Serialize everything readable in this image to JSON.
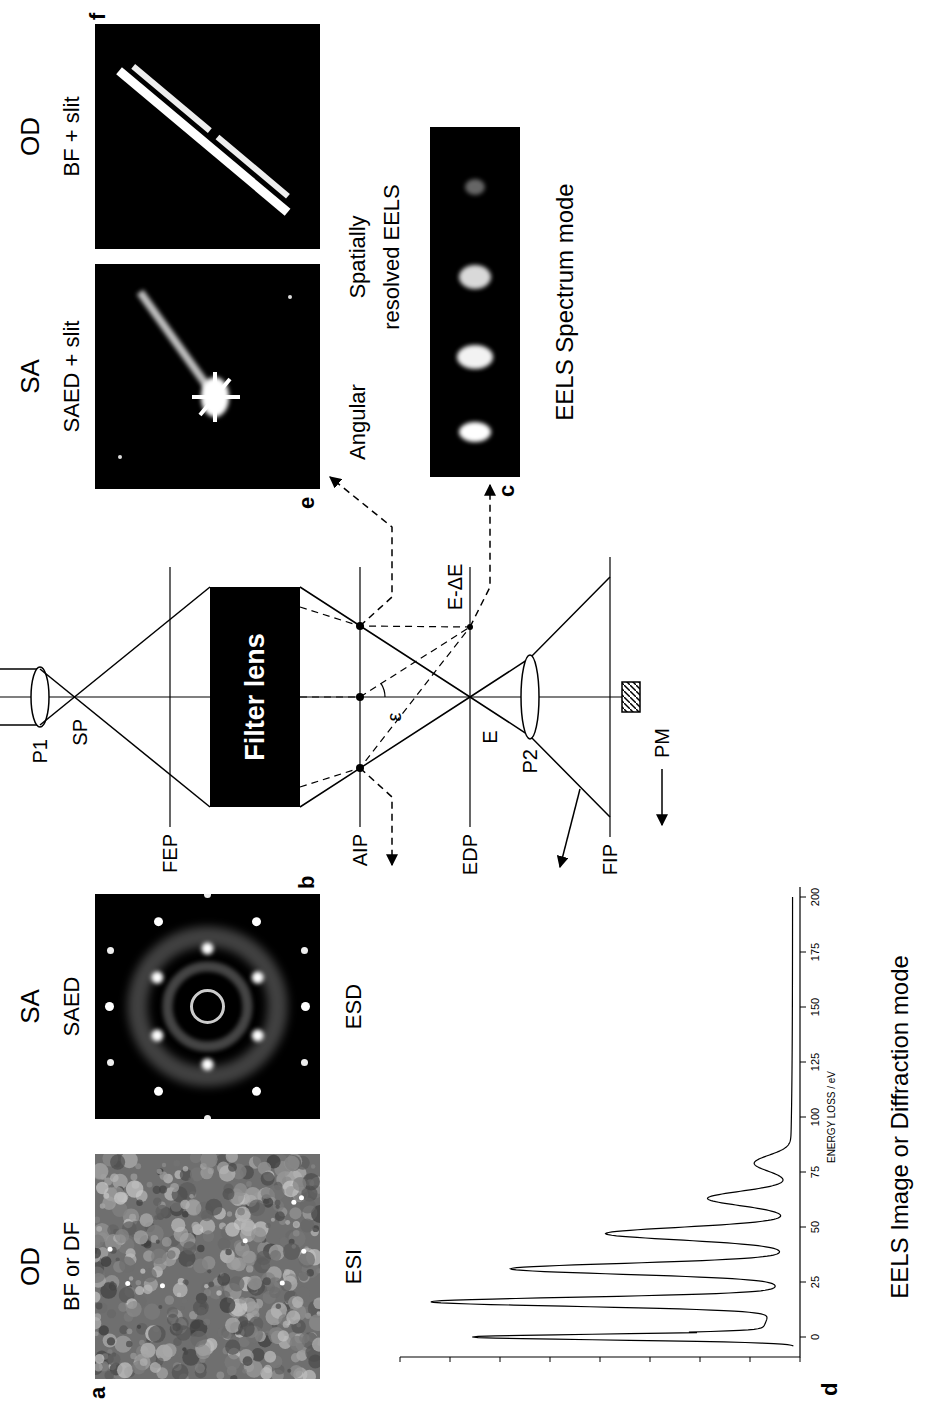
{
  "diagram": {
    "nodes": [
      {
        "text": [
          "a"
        ]
      },
      {
        "text": [
          "b"
        ]
      },
      {
        "text": [
          "e"
        ]
      },
      {
        "text": [
          "f"
        ]
      },
      {
        "text": [
          "Filter lens"
        ]
      },
      {
        "text": [
          "d"
        ]
      },
      {
        "text": [
          "c"
        ]
      }
    ],
    "labels": [
      "OD",
      "SA",
      "SA",
      "OD",
      "BF or DF",
      "SAED",
      "SAED + slit",
      "BF + slit",
      "P1",
      "SP",
      "FEP",
      "AIP",
      "ε",
      "EDP",
      "E",
      "E-ΔE",
      "P2",
      "FIP",
      "PM",
      "ESI",
      "ESD",
      "Angular",
      "Spatially",
      "resolved EELS",
      "EELS Spectrum mode",
      "0",
      "25",
      "50",
      "75",
      "100",
      "125",
      "150",
      "175",
      "200",
      "ENERGY LOSS / eV",
      "EELS Image or Diffraction mode"
    ]
  }
}
